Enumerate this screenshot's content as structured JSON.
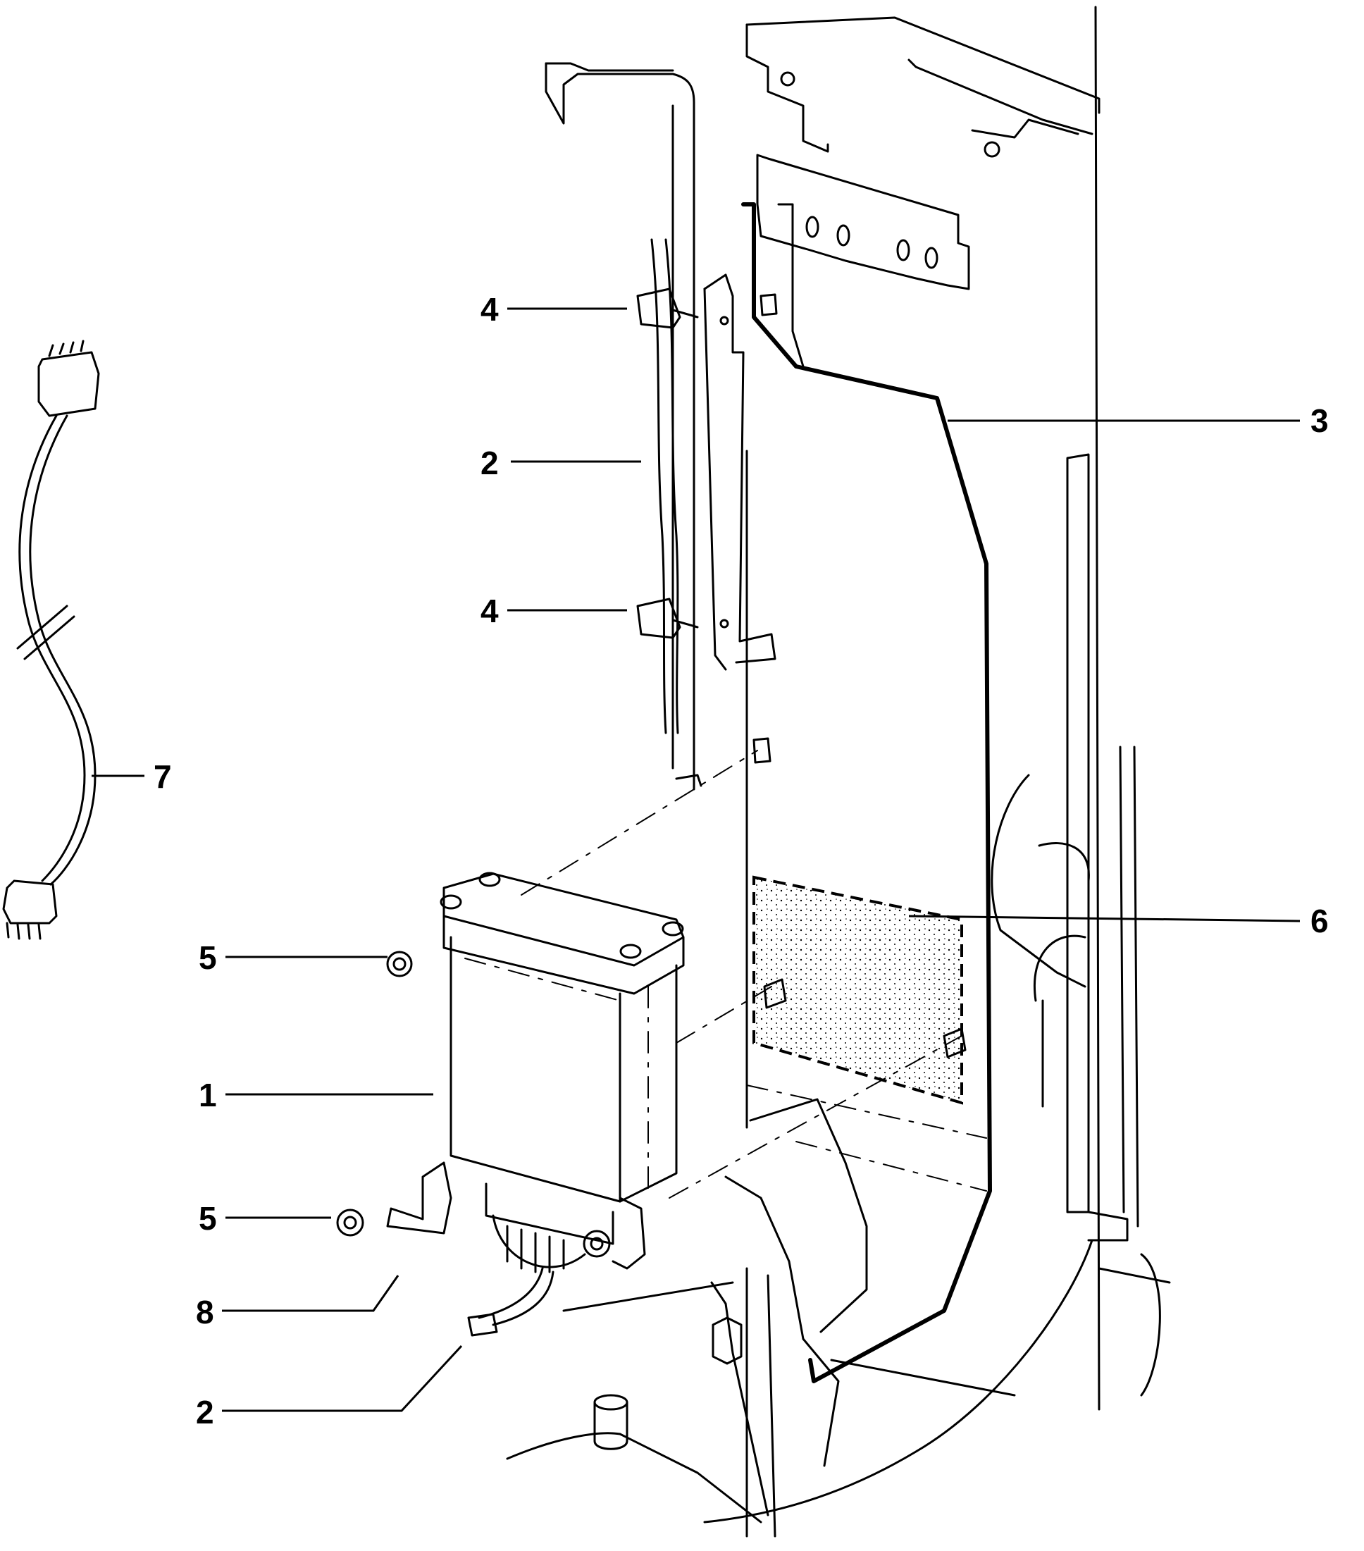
{
  "callouts": [
    {
      "id": "1",
      "label": "1"
    },
    {
      "id": "2a",
      "label": "2"
    },
    {
      "id": "2b",
      "label": "2"
    },
    {
      "id": "3",
      "label": "3"
    },
    {
      "id": "4a",
      "label": "4"
    },
    {
      "id": "4b",
      "label": "4"
    },
    {
      "id": "5a",
      "label": "5"
    },
    {
      "id": "5b",
      "label": "5"
    },
    {
      "id": "6",
      "label": "6"
    },
    {
      "id": "7",
      "label": "7"
    },
    {
      "id": "8",
      "label": "8"
    }
  ]
}
